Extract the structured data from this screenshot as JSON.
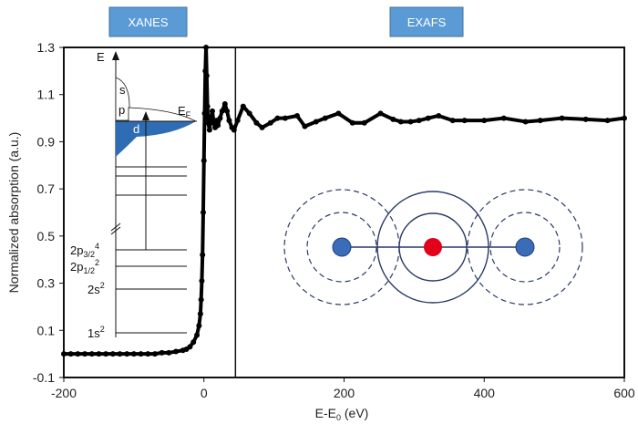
{
  "chart_data": {
    "type": "line",
    "xlabel": "E-E",
    "xlabel_sub": "0",
    "xlabel_unit": " (eV)",
    "ylabel": "Normalized absorption (a.u.)",
    "xlim": [
      -200,
      600
    ],
    "ylim": [
      -0.1,
      1.3
    ],
    "xticks": [
      -200,
      0,
      200,
      400,
      600
    ],
    "yticks": [
      -0.1,
      0.1,
      0.3,
      0.5,
      0.7,
      0.9,
      1.1,
      1.3
    ],
    "ytick_labels": [
      "-0.1",
      "0.1",
      "0.3",
      "0.5",
      "0.7",
      "0.9",
      "1.1",
      "1.3"
    ],
    "xtick_labels": [
      "-200",
      "0",
      "200",
      "400",
      "600"
    ],
    "divider_x": 45,
    "regions": [
      {
        "label": "XANES"
      },
      {
        "label": "EXAFS"
      }
    ],
    "region_color": "#5b9bd5",
    "series": [
      {
        "name": "spectrum",
        "color": "#000000",
        "x": [
          -200,
          -190,
          -180,
          -170,
          -160,
          -150,
          -140,
          -130,
          -120,
          -110,
          -100,
          -90,
          -80,
          -70,
          -60,
          -50,
          -40,
          -30,
          -25,
          -20,
          -15,
          -10,
          -7,
          -5,
          -4,
          -3,
          -2,
          -1,
          0,
          1,
          2,
          3,
          4,
          5,
          6,
          8,
          10,
          12,
          14,
          16,
          18,
          20,
          23,
          26,
          30,
          33,
          36,
          40,
          43,
          48,
          56,
          65,
          75,
          83,
          95,
          105,
          116,
          133,
          144,
          160,
          173,
          192,
          212,
          229,
          252,
          270,
          281,
          295,
          307,
          320,
          335,
          355,
          372,
          400,
          428,
          459,
          480,
          511,
          545,
          576,
          600
        ],
        "y": [
          0.0,
          0.0,
          0.0,
          0.0,
          0.0,
          0.0,
          0.0,
          0.0,
          0.0,
          0.0,
          0.0,
          0.0,
          0.0,
          0.0,
          0.005,
          0.005,
          0.01,
          0.015,
          0.02,
          0.03,
          0.05,
          0.08,
          0.12,
          0.17,
          0.23,
          0.31,
          0.42,
          0.6,
          0.82,
          1.02,
          1.2,
          1.3,
          1.18,
          1.05,
          0.98,
          0.95,
          1.0,
          1.03,
          0.98,
          0.96,
          0.99,
          0.97,
          1.0,
          1.03,
          1.06,
          1.03,
          0.99,
          0.96,
          0.95,
          0.99,
          1.05,
          1.02,
          0.98,
          0.96,
          0.98,
          1.0,
          1.0,
          1.01,
          0.965,
          0.985,
          1.0,
          1.02,
          0.98,
          0.98,
          1.02,
          0.995,
          0.985,
          0.985,
          0.99,
          1.0,
          1.01,
          0.99,
          0.99,
          0.99,
          1.0,
          0.985,
          0.99,
          1.0,
          0.995,
          0.99,
          1.0
        ]
      }
    ],
    "grid": false,
    "legend": "none"
  },
  "inset_energy_diagram": {
    "axis_label": "E",
    "band_labels": [
      "s",
      "p",
      "d"
    ],
    "fermi_label": "E",
    "fermi_sub": "F",
    "levels": [
      {
        "label": "2p",
        "sub": "3/2",
        "sup": "4"
      },
      {
        "label": "2p",
        "sub": "1/2",
        "sup": "2"
      },
      {
        "label": "2s",
        "sup": "2"
      },
      {
        "label": "1s",
        "sup": "2"
      }
    ],
    "d_band_color": "#2e6db4"
  },
  "scattering_diagram": {
    "absorber_color": "#e3001b",
    "scatterer_color": "#3b6cb7",
    "shell_color": "#2a3a66"
  }
}
